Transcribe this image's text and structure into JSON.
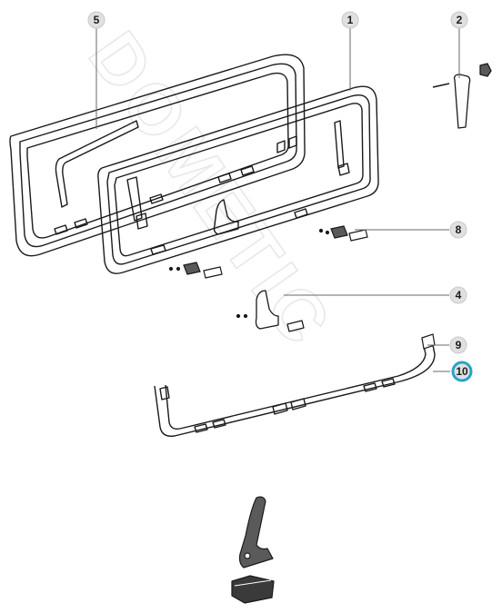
{
  "watermark": "DOMETIC",
  "callouts": [
    {
      "id": "5",
      "label": "5",
      "highlighted": false
    },
    {
      "id": "1",
      "label": "1",
      "highlighted": false
    },
    {
      "id": "2",
      "label": "2",
      "highlighted": false
    },
    {
      "id": "8",
      "label": "8",
      "highlighted": false
    },
    {
      "id": "4",
      "label": "4",
      "highlighted": false
    },
    {
      "id": "9",
      "label": "9",
      "highlighted": false
    },
    {
      "id": "10",
      "label": "10",
      "highlighted": true
    }
  ],
  "colors": {
    "line": "#1a1a1a",
    "callout_fill": "#e0e0e0",
    "highlight_ring": "#2aa3c6",
    "part_gray": "#5a5a5a",
    "watermark": "#e8e8e8"
  }
}
